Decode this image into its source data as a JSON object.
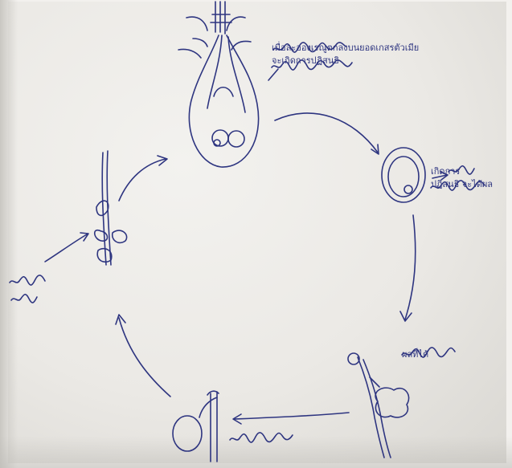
{
  "colors": {
    "ink": "#2e3580",
    "paper": "#ebe9e5"
  },
  "labels": {
    "top_right": [
      "เมื่อละอองเรณูตกลงบนยอดเกสรตัวเมีย",
      "จะเกิดการปฏิสนธิ"
    ],
    "ovule": [
      "เกิดการ",
      "ปฏิสนธิ จะได้ผล"
    ],
    "fruit": "ผลที่ได้"
  }
}
